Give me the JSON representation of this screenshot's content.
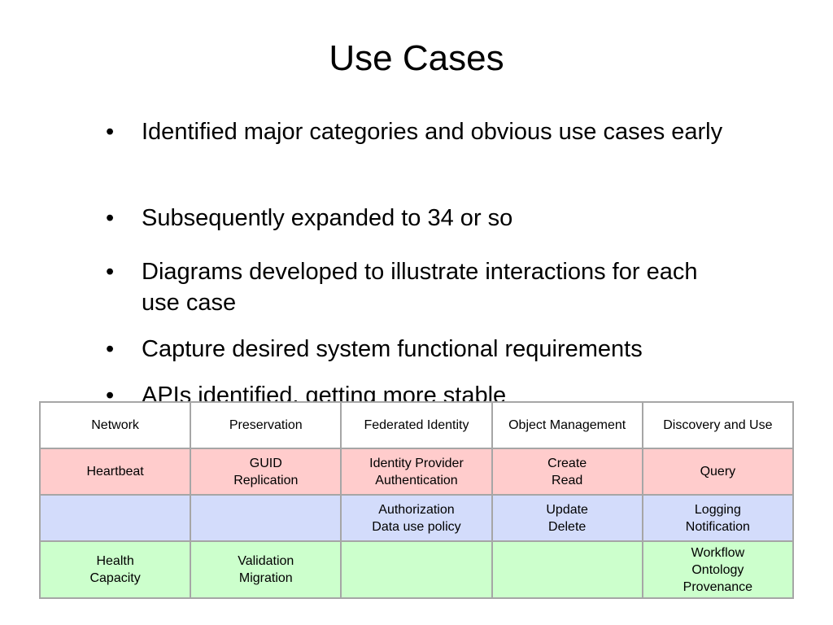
{
  "slide": {
    "title": "Use Cases"
  },
  "bullets": [
    {
      "text": "Identified major categories and obvious use cases early"
    },
    {
      "text": "Subsequently expanded to 34 or so"
    },
    {
      "text": "Diagrams developed to illustrate interactions for each use case"
    },
    {
      "text": "Capture desired system functional requirements"
    },
    {
      "text": "APIs identified, getting more stable"
    }
  ],
  "bullet_glyph": "•",
  "table": {
    "headers": [
      "Network",
      "Preservation",
      "Federated Identity",
      "Object Management",
      "Discovery and Use"
    ],
    "rows": [
      {
        "color": "#ffcccc",
        "cells": [
          "Heartbeat",
          "GUID\nReplication",
          "Identity Provider\nAuthentication",
          "Create\nRead",
          "Query"
        ]
      },
      {
        "color": "#d3dcfb",
        "cells": [
          "",
          "",
          "Authorization\nData use policy",
          "Update\nDelete",
          "Logging\nNotification"
        ]
      },
      {
        "color": "#ccffcc",
        "cells": [
          "Health\nCapacity",
          "Validation\nMigration",
          "",
          "",
          "Workflow\nOntology\nProvenance"
        ]
      }
    ]
  }
}
